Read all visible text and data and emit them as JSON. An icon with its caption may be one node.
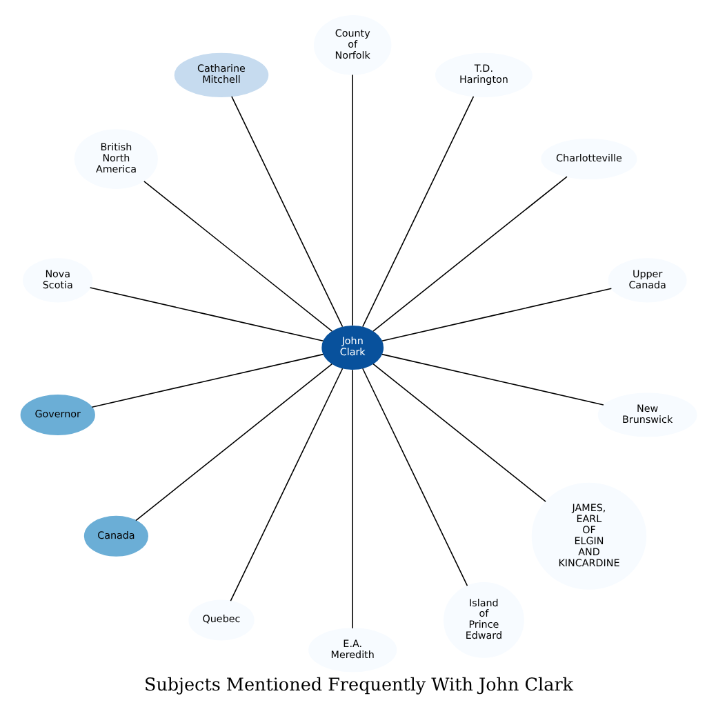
{
  "diagram": {
    "title": "Subjects Mentioned Frequently With John Clark",
    "nodes": [
      {
        "text": [
          "John Clark"
        ]
      },
      {
        "text": [
          "Upper Canada"
        ]
      },
      {
        "text": [
          "Charlotteville"
        ]
      },
      {
        "text": [
          "T.D. Harington"
        ]
      },
      {
        "text": [
          "County of Norfolk"
        ]
      },
      {
        "text": [
          "Catharine Mitchell"
        ]
      },
      {
        "text": [
          "British North America"
        ]
      },
      {
        "text": [
          "Nova Scotia"
        ]
      },
      {
        "text": [
          "Governor"
        ]
      },
      {
        "text": [
          "Canada"
        ]
      },
      {
        "text": [
          "Quebec"
        ]
      },
      {
        "text": [
          "E.A. Meredith"
        ]
      },
      {
        "text": [
          "Island of Prince Edward"
        ]
      },
      {
        "text": [
          "JAMES, EARL OF ELGIN AND KINCARDINE"
        ]
      },
      {
        "text": [
          "New Brunswick"
        ]
      }
    ],
    "edges": [
      {
        "from": 0,
        "to": 1,
        "arrow": "none"
      },
      {
        "from": 0,
        "to": 2,
        "arrow": "none"
      },
      {
        "from": 0,
        "to": 3,
        "arrow": "none"
      },
      {
        "from": 0,
        "to": 4,
        "arrow": "none"
      },
      {
        "from": 0,
        "to": 5,
        "arrow": "none"
      },
      {
        "from": 0,
        "to": 6,
        "arrow": "none"
      },
      {
        "from": 0,
        "to": 7,
        "arrow": "none"
      },
      {
        "from": 0,
        "to": 8,
        "arrow": "none"
      },
      {
        "from": 0,
        "to": 9,
        "arrow": "none"
      },
      {
        "from": 0,
        "to": 10,
        "arrow": "none"
      },
      {
        "from": 0,
        "to": 11,
        "arrow": "none"
      },
      {
        "from": 0,
        "to": 12,
        "arrow": "none"
      },
      {
        "from": 0,
        "to": 13,
        "arrow": "none"
      },
      {
        "from": 0,
        "to": 14,
        "arrow": "none"
      }
    ]
  }
}
